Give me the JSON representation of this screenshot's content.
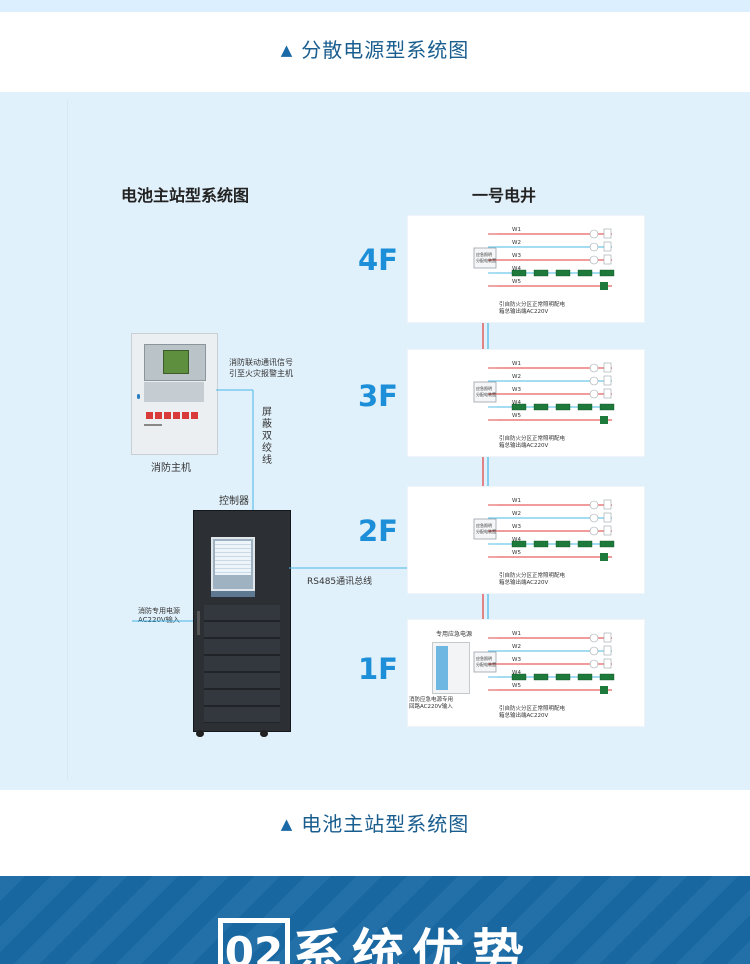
{
  "top_caption": "分散电源型系统图",
  "bottom_caption": "电池主站型系统图",
  "left_title": "电池主站型系统图",
  "right_title": "一号电井",
  "fire_host": {
    "label": "消防主机",
    "signal_note_line1": "消防联动通讯信号",
    "signal_note_line2": "引至火灾报警主机"
  },
  "shield_cable": "屏蔽双绞线",
  "controller_label": "控制器",
  "rs485_label": "RS485通讯总线",
  "power_input_line1": "消防专用电源",
  "power_input_line2": "AC220V输入",
  "floors": [
    {
      "label": "4F"
    },
    {
      "label": "3F"
    },
    {
      "label": "2F"
    },
    {
      "label": "1F"
    }
  ],
  "circuits": [
    "W1",
    "W2",
    "W3",
    "W4",
    "W5"
  ],
  "dist_box_text": "应急照明分配电装置",
  "feed_note_line1": "引自防火分区正常照明配电",
  "feed_note_line2": "箱总输出端AC220V",
  "dedicated_supply": "专用应急电源",
  "dedicated_note_line1": "消防应急电源专用",
  "dedicated_note_line2": "回路AC220V输入",
  "section": {
    "number": "02",
    "heading": "系统优势"
  },
  "colors": {
    "accent_blue": "#1c8fd8",
    "caption_blue": "#1a5d8f",
    "wire_red": "#e03a3a",
    "wire_cyan": "#49b8e6",
    "band_blue": "#1a6aa5"
  }
}
